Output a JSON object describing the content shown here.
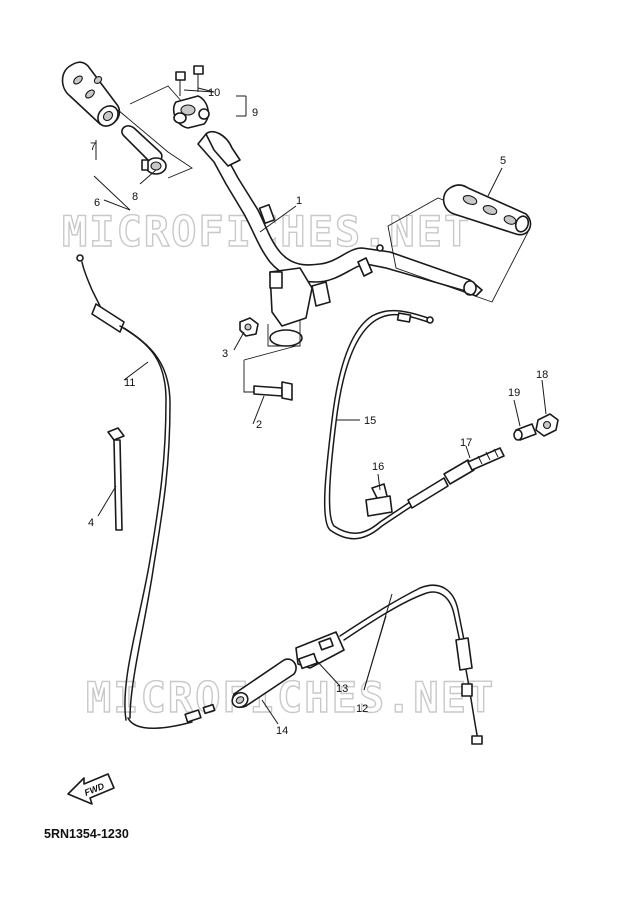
{
  "diagram_code": "5RN1354-1230",
  "watermark_text": "MICROFICHES.NET",
  "fwd_label": "FWD",
  "callouts": {
    "c1": "1",
    "c2": "2",
    "c3": "3",
    "c4": "4",
    "c5": "5",
    "c6": "6",
    "c7": "7",
    "c8": "8",
    "c9": "9",
    "c10": "10",
    "c11": "11",
    "c12": "12",
    "c13": "13",
    "c14": "14",
    "c15": "15",
    "c16": "16",
    "c17": "17",
    "c18": "18",
    "c19": "19"
  }
}
